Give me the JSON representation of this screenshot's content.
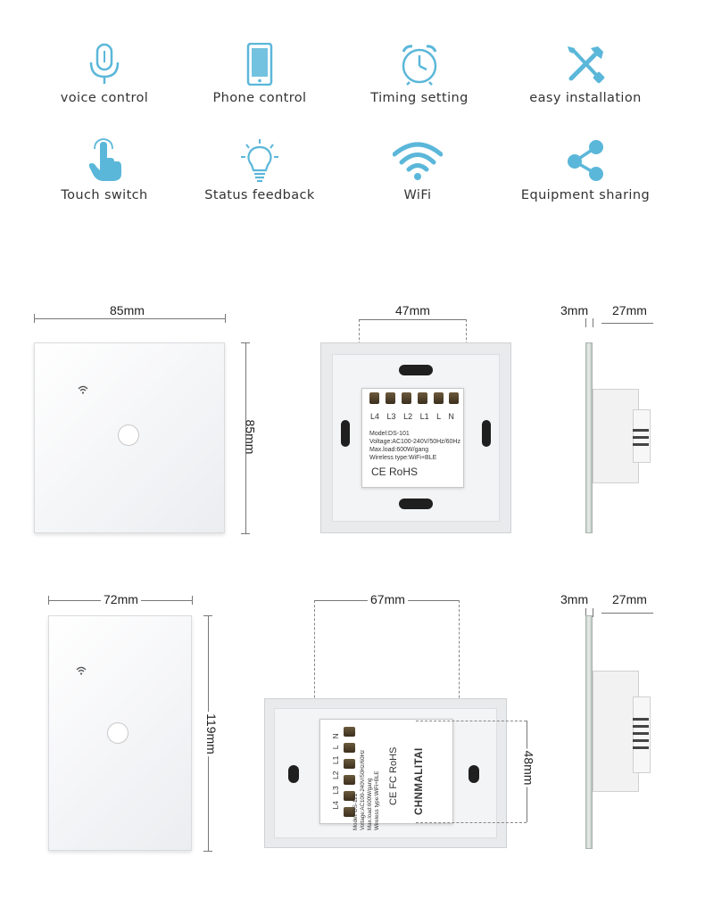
{
  "features": [
    {
      "label": "voice control",
      "icon": "microphone-icon"
    },
    {
      "label": "Phone control",
      "icon": "smartphone-icon"
    },
    {
      "label": "Timing setting",
      "icon": "alarm-clock-icon"
    },
    {
      "label": "easy installation",
      "icon": "tools-icon"
    },
    {
      "label": "Touch switch",
      "icon": "hand-touch-icon"
    },
    {
      "label": "Status feedback",
      "icon": "lightbulb-icon"
    },
    {
      "label": "WiFi",
      "icon": "wifi-icon"
    },
    {
      "label": "Equipment sharing",
      "icon": "share-icon"
    }
  ],
  "colors": {
    "icon_accent": "#5bb7d9",
    "icon_dark": "#3f4a54"
  },
  "eu_model": {
    "width_label": "85mm",
    "height_label": "85mm",
    "module_width_label": "47mm",
    "plate_thickness_label": "3mm",
    "depth_label": "27mm",
    "terminals": [
      "L4",
      "L3",
      "L2",
      "L1",
      "L",
      "N"
    ],
    "model": "Model:DS-101",
    "voltage": "Voltage:AC100-240V/50Hz/60Hz",
    "max_load": "Max.load:600W/gang",
    "wireless": "Wireless type:WiFi+BLE",
    "marks": "CE RoHS"
  },
  "us_model": {
    "width_label": "72mm",
    "height_label": "119mm",
    "module_width_label": "67mm",
    "module_height_label": "48mm",
    "plate_thickness_label": "3mm",
    "depth_label": "27mm",
    "terminals": [
      "L4",
      "L3",
      "L2",
      "L1",
      "L",
      "N"
    ],
    "model": "Model: DS-121",
    "voltage": "Voltage:AC100-240V/50Hz/60Hz",
    "max_load": "Max.load:600W/gang",
    "wireless": "Wireless type:WiFi+BLE",
    "marks": "CE FC RoHS",
    "brand": "CHNMALITAI"
  }
}
